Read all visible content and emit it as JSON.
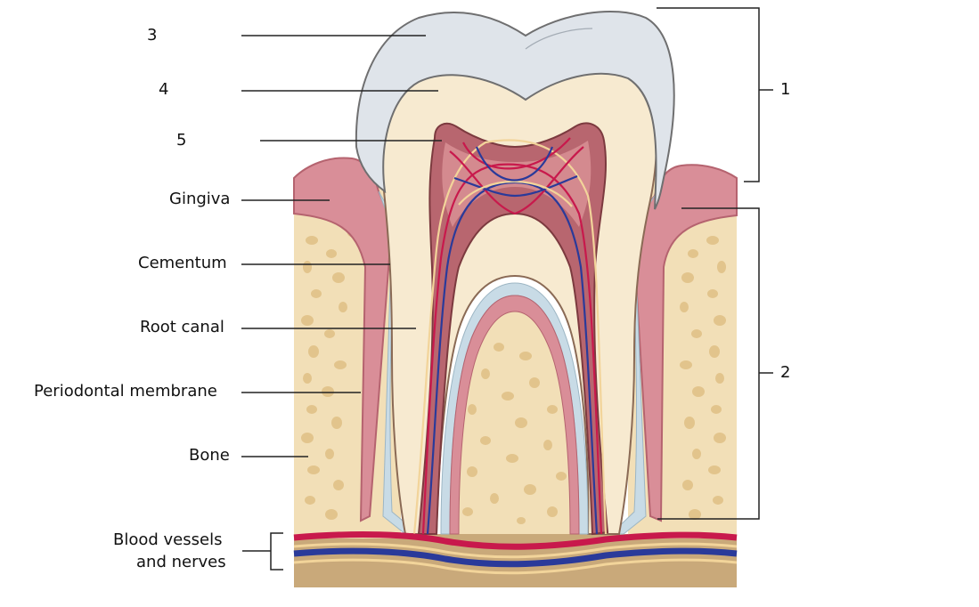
{
  "labels": {
    "crown_number": "1",
    "root_number": "2",
    "enamel_number": "3",
    "dentin_number": "4",
    "pulp_number": "5",
    "gingiva": "Gingiva",
    "cementum": "Cementum",
    "root_canal": "Root canal",
    "periodontal_membrane": "Periodontal membrane",
    "bone": "Bone",
    "vessels_line1": "Blood vessels",
    "vessels_line2": "and nerves"
  },
  "colors": {
    "enamel": "#dfe4ea",
    "dentin": "#f7ead0",
    "pulp": "#b8666f",
    "pulp_inner": "#d48a8f",
    "gum": "#d98e98",
    "gum_dark": "#b5636f",
    "bone": "#f2dfb7",
    "bone_hole": "#e4c992",
    "cementum": "#c8dbe6",
    "artery": "#c8194c",
    "vein": "#2a3a9a",
    "nerve": "#f2d49a",
    "base": "#c9a97a"
  }
}
